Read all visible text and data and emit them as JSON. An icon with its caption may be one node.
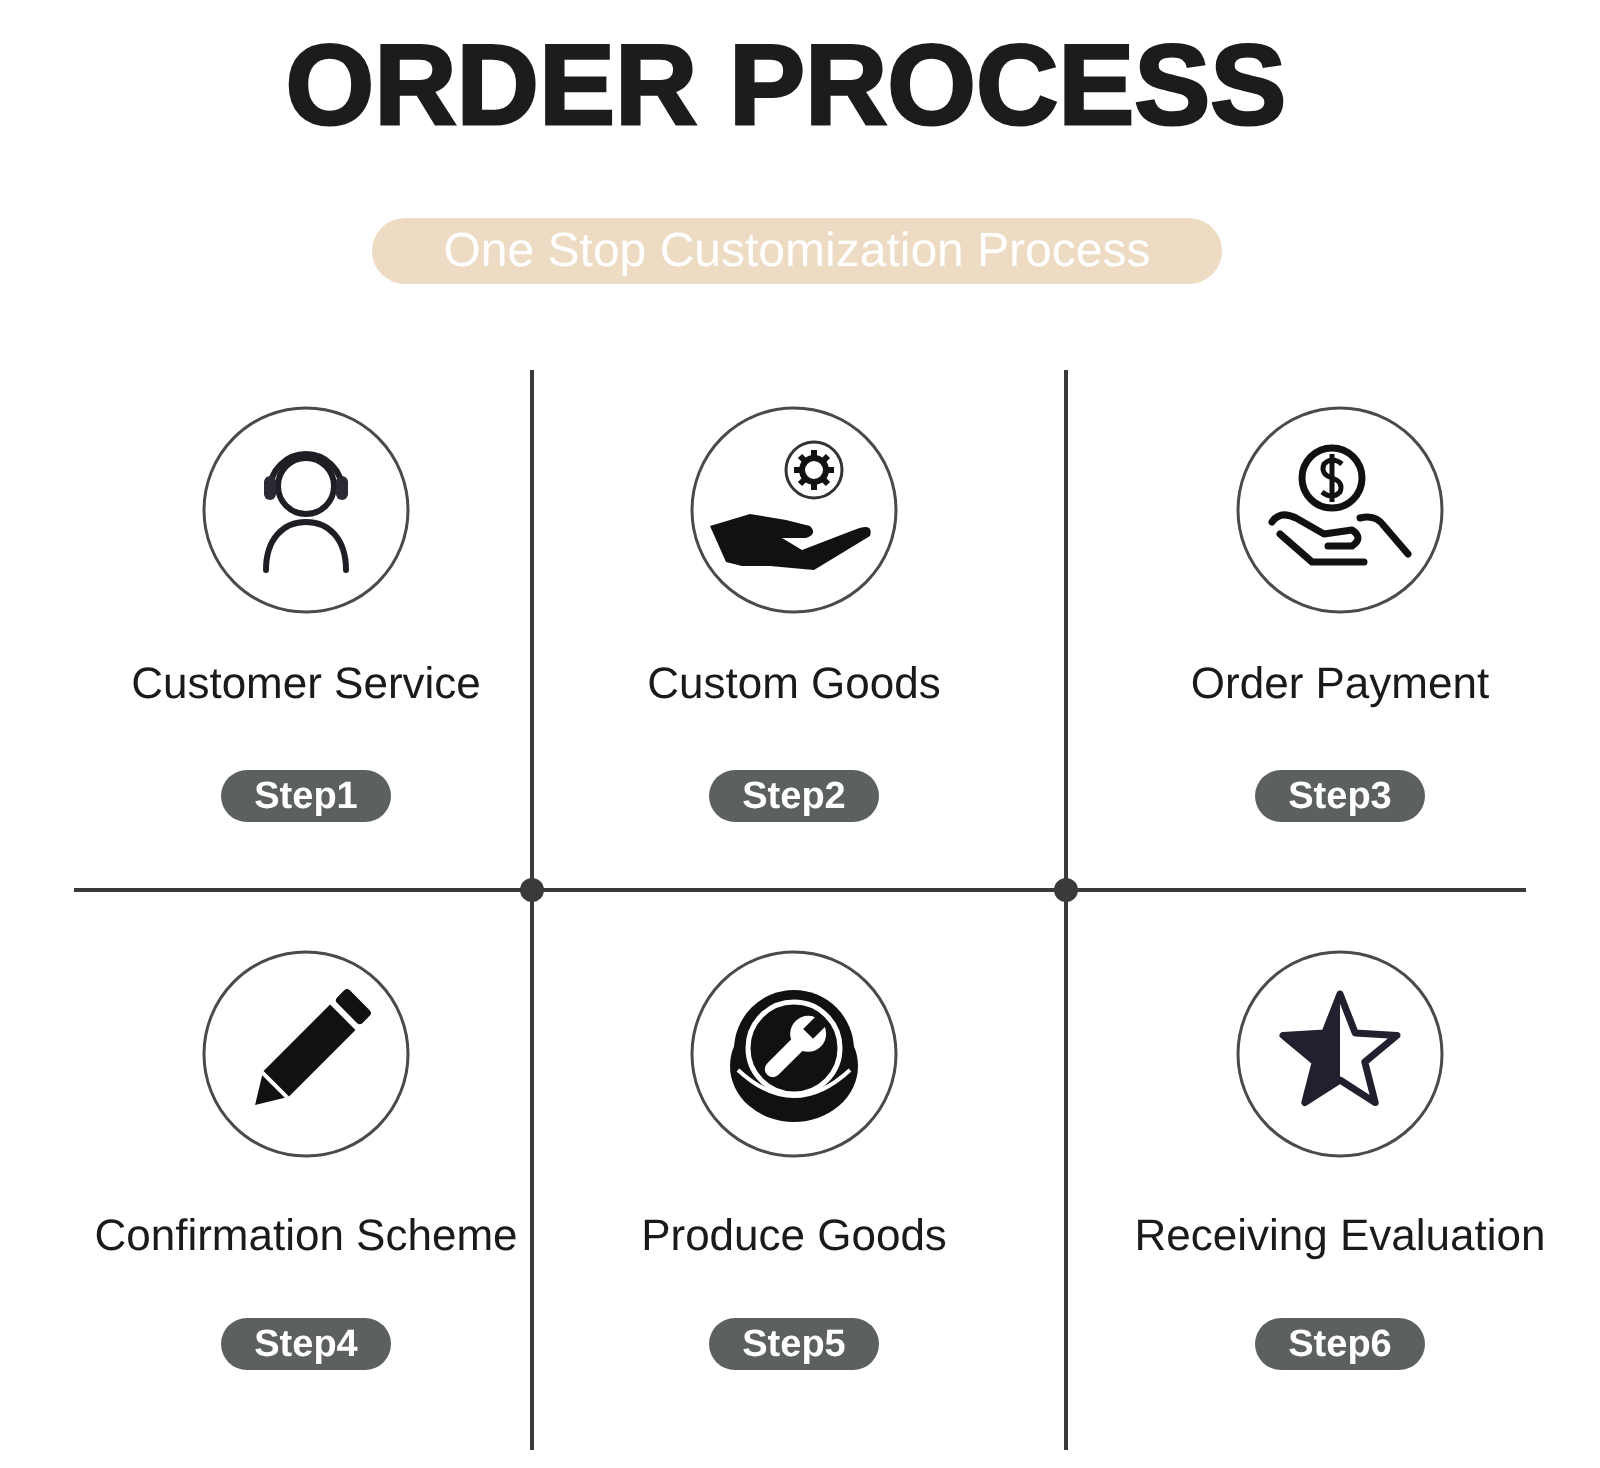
{
  "diagram": {
    "title": "ORDER PROCESS",
    "nodes": [
      {
        "text": [
          "One Stop Customization Process"
        ]
      },
      {
        "text": [
          "Step1"
        ],
        "beside": [
          "Customer Service"
        ]
      },
      {
        "text": [
          "Step2"
        ],
        "beside": [
          "Custom Goods"
        ]
      },
      {
        "text": [
          "Step3"
        ],
        "beside": [
          "Order Payment"
        ]
      },
      {
        "text": [
          "Step4"
        ],
        "beside": [
          "Confirmation Scheme"
        ]
      },
      {
        "text": [
          "Step5"
        ],
        "beside": [
          "Produce Goods"
        ]
      },
      {
        "text": [
          "Step6"
        ],
        "beside": [
          "Receiving Evaluation"
        ]
      }
    ]
  }
}
